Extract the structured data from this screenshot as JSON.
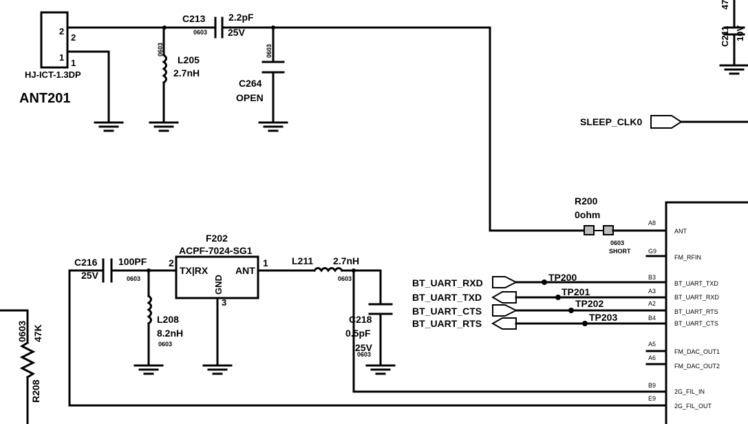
{
  "connector": {
    "part": "HJ-ICT-1.3DP",
    "ref": "ANT201",
    "pin2": "2",
    "pin1": "1",
    "pin2b": "2",
    "pin1b": "1"
  },
  "c213": {
    "ref": "C213",
    "value": "2.2pF",
    "voltage": "25V",
    "package": "0603"
  },
  "l205": {
    "ref": "L205",
    "value": "2.7nH",
    "package": "0603"
  },
  "c264": {
    "ref": "C264",
    "value": "OPEN",
    "package": "0603"
  },
  "c211": {
    "ref": "C211",
    "value": "10V",
    "extra": "47"
  },
  "sleep_clk": {
    "label": "SLEEP_CLK0"
  },
  "r200": {
    "ref": "R200",
    "value": "0ohm",
    "package": "0603",
    "note": "SHORT"
  },
  "c216": {
    "ref": "C216",
    "value": "100PF",
    "voltage": "25V",
    "package": "0603"
  },
  "f202": {
    "ref": "F202",
    "part": "ACPF-7024-SG1",
    "pin_txrx": "TX|RX",
    "pin_ant": "ANT",
    "pin_gnd": "GND",
    "num2": "2",
    "num1": "1",
    "num3": "3"
  },
  "l208": {
    "ref": "L208",
    "value": "8.2nH",
    "package": "0603"
  },
  "l211": {
    "ref": "L211",
    "value": "2.7nH",
    "package": "0603"
  },
  "c218": {
    "ref": "C218",
    "value": "0.5pF",
    "voltage": "25V",
    "package": "0603",
    "value_visible": "0.5pF"
  },
  "r208": {
    "ref": "R208",
    "value": "47K",
    "package": "0603"
  },
  "bt_ports": [
    "BT_UART_RXD",
    "BT_UART_TXD",
    "BT_UART_CTS",
    "BT_UART_RTS"
  ],
  "test_points": [
    "TP200",
    "TP201",
    "TP202",
    "TP203"
  ],
  "ic_pins": [
    {
      "ball": "A8",
      "name": "ANT"
    },
    {
      "ball": "G9",
      "name": "FM_RFIN"
    },
    {
      "ball": "B3",
      "name": "BT_UART_TXD"
    },
    {
      "ball": "A3",
      "name": "BT_UART_RXD"
    },
    {
      "ball": "A2",
      "name": "BT_UART_RTS"
    },
    {
      "ball": "B4",
      "name": "BT_UART_CTS"
    },
    {
      "ball": "A5",
      "name": "FM_DAC_OUT1"
    },
    {
      "ball": "A6",
      "name": "FM_DAC_OUT2"
    },
    {
      "ball": "B9",
      "name": "2G_FIL_IN"
    },
    {
      "ball": "E9",
      "name": "2G_FIL_OUT"
    }
  ]
}
